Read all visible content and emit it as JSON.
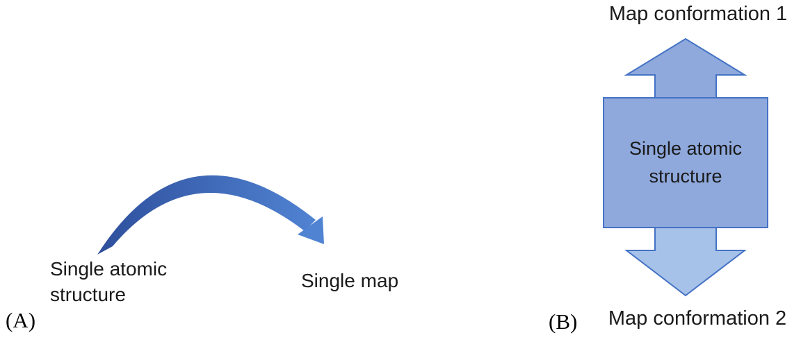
{
  "figure": {
    "panel_a": {
      "panel_label": "(A)",
      "source_label": "Single atomic structure",
      "target_label": "Single map"
    },
    "panel_b": {
      "panel_label": "(B)",
      "top_label": "Map conformation 1",
      "center_label": "Single atomic structure",
      "bottom_label": "Map conformation 2"
    }
  },
  "colors": {
    "arrow_gradient_dark": "#2e4f9c",
    "arrow_gradient_light": "#5083d2",
    "block_arrow_fill": "#8fa9dc",
    "block_arrow_fill_light": "#a6c2e9",
    "block_border": "#4472c4"
  }
}
